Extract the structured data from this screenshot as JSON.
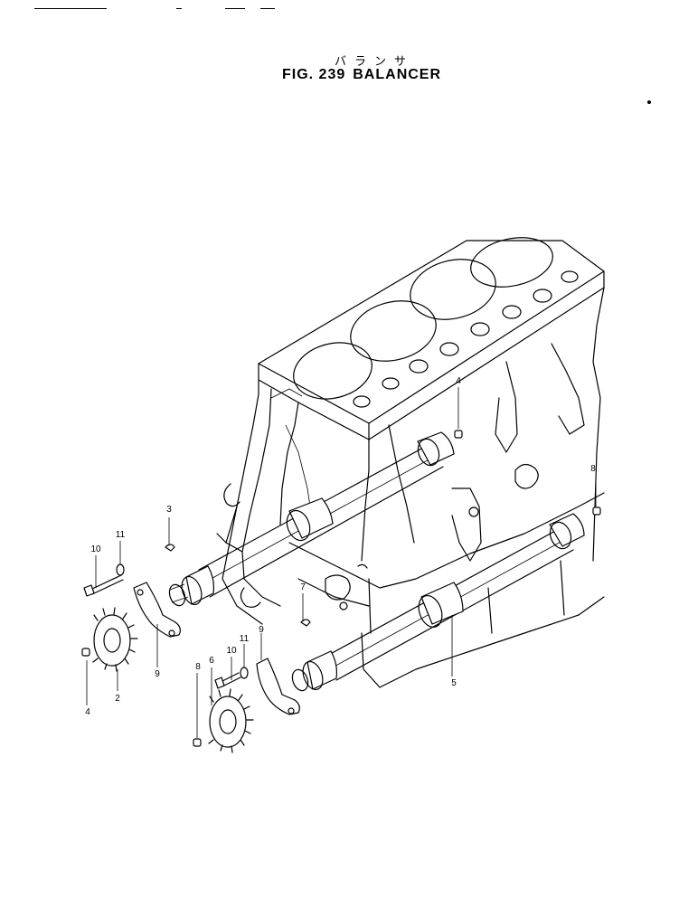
{
  "title": {
    "japanese": "バランサ",
    "figure_number": "FIG. 239",
    "name": "BALANCER"
  },
  "callouts": [
    "2",
    "3",
    "4",
    "4",
    "5",
    "6",
    "7",
    "8",
    "8",
    "9",
    "9",
    "10",
    "10",
    "11",
    "11"
  ]
}
